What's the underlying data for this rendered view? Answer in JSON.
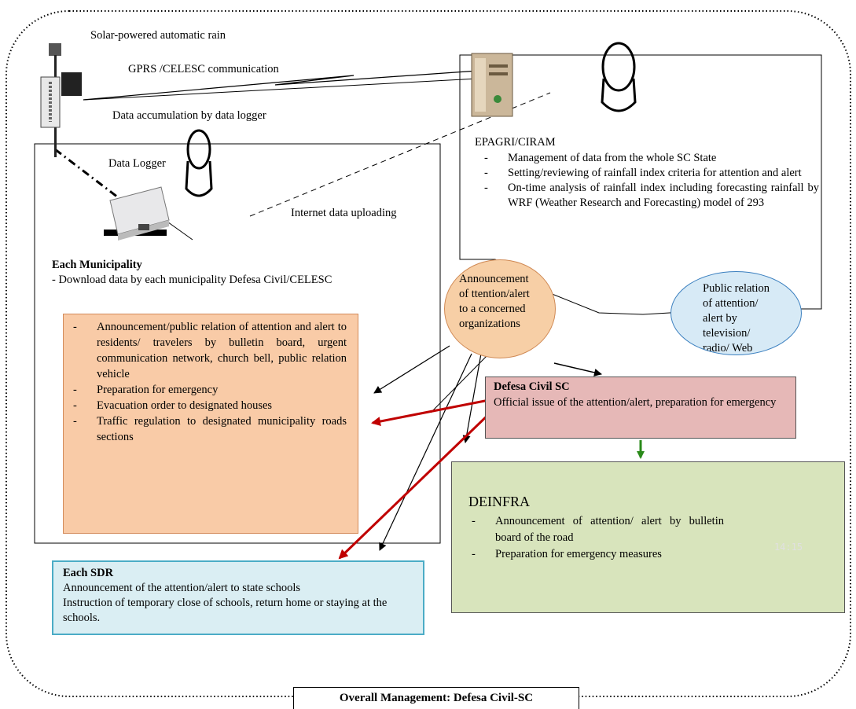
{
  "labels": {
    "solar": "Solar-powered  automatic rain",
    "gprs": "GPRS     /CELESC     communication",
    "accumulation": "Data accumulation by data logger",
    "data_logger": "Data Logger",
    "internet": "Internet data uploading"
  },
  "epagri": {
    "title": "EPAGRI/CIRAM",
    "items": [
      "Management of data from the whole SC State",
      "Setting/reviewing of rainfall index criteria for attention and alert",
      "On-time analysis of rainfall index including forecasting rainfall by WRF (Weather Research and Forecasting)   model of 293"
    ]
  },
  "municipality": {
    "title": "Each Municipality",
    "body": "- Download data by each municipality Defesa Civil/CELESC"
  },
  "municipality_actions": [
    "Announcement/public relation of attention and alert to residents/ travelers by bulletin board, urgent communication network, church bell, public relation vehicle",
    "Preparation for emergency",
    "Evacuation order to designated houses",
    "Traffic regulation to designated municipality roads sections"
  ],
  "announcement": "Announcement of ttention/alert to a concerned organizations",
  "public_relation": "Public relation of attention/ alert by television/ radio/ Web",
  "defesa": {
    "title": "Defesa Civil SC",
    "body": "Official issue of the attention/alert, preparation for emergency"
  },
  "deinfra": {
    "title": "DEINFRA",
    "items": [
      "Announcement of attention/ alert by bulletin board of the road",
      "Preparation for emergency measures"
    ],
    "clock": "14:15"
  },
  "sdr": {
    "title": "Each SDR",
    "lines": [
      "Announcement of the attention/alert to state schools",
      "Instruction of temporary close of schools, return home or staying at the schools."
    ]
  },
  "footer": "Overall Management: Defesa Civil-SC",
  "colors": {
    "municipality_fill": "#f9cba7",
    "municipality_border": "#d38b5b",
    "announcement_fill": "#f7cfa6",
    "announcement_border": "#d08a55",
    "public_fill": "#d7eaf6",
    "public_border": "#3a7fbf",
    "defesa_fill": "#e6b8b7",
    "deinfra_fill": "#d8e4bc",
    "sdr_fill": "#daeef3",
    "sdr_border": "#4bacc6",
    "red_arrow": "#c00000",
    "green_arrow": "#2a8a1a"
  }
}
